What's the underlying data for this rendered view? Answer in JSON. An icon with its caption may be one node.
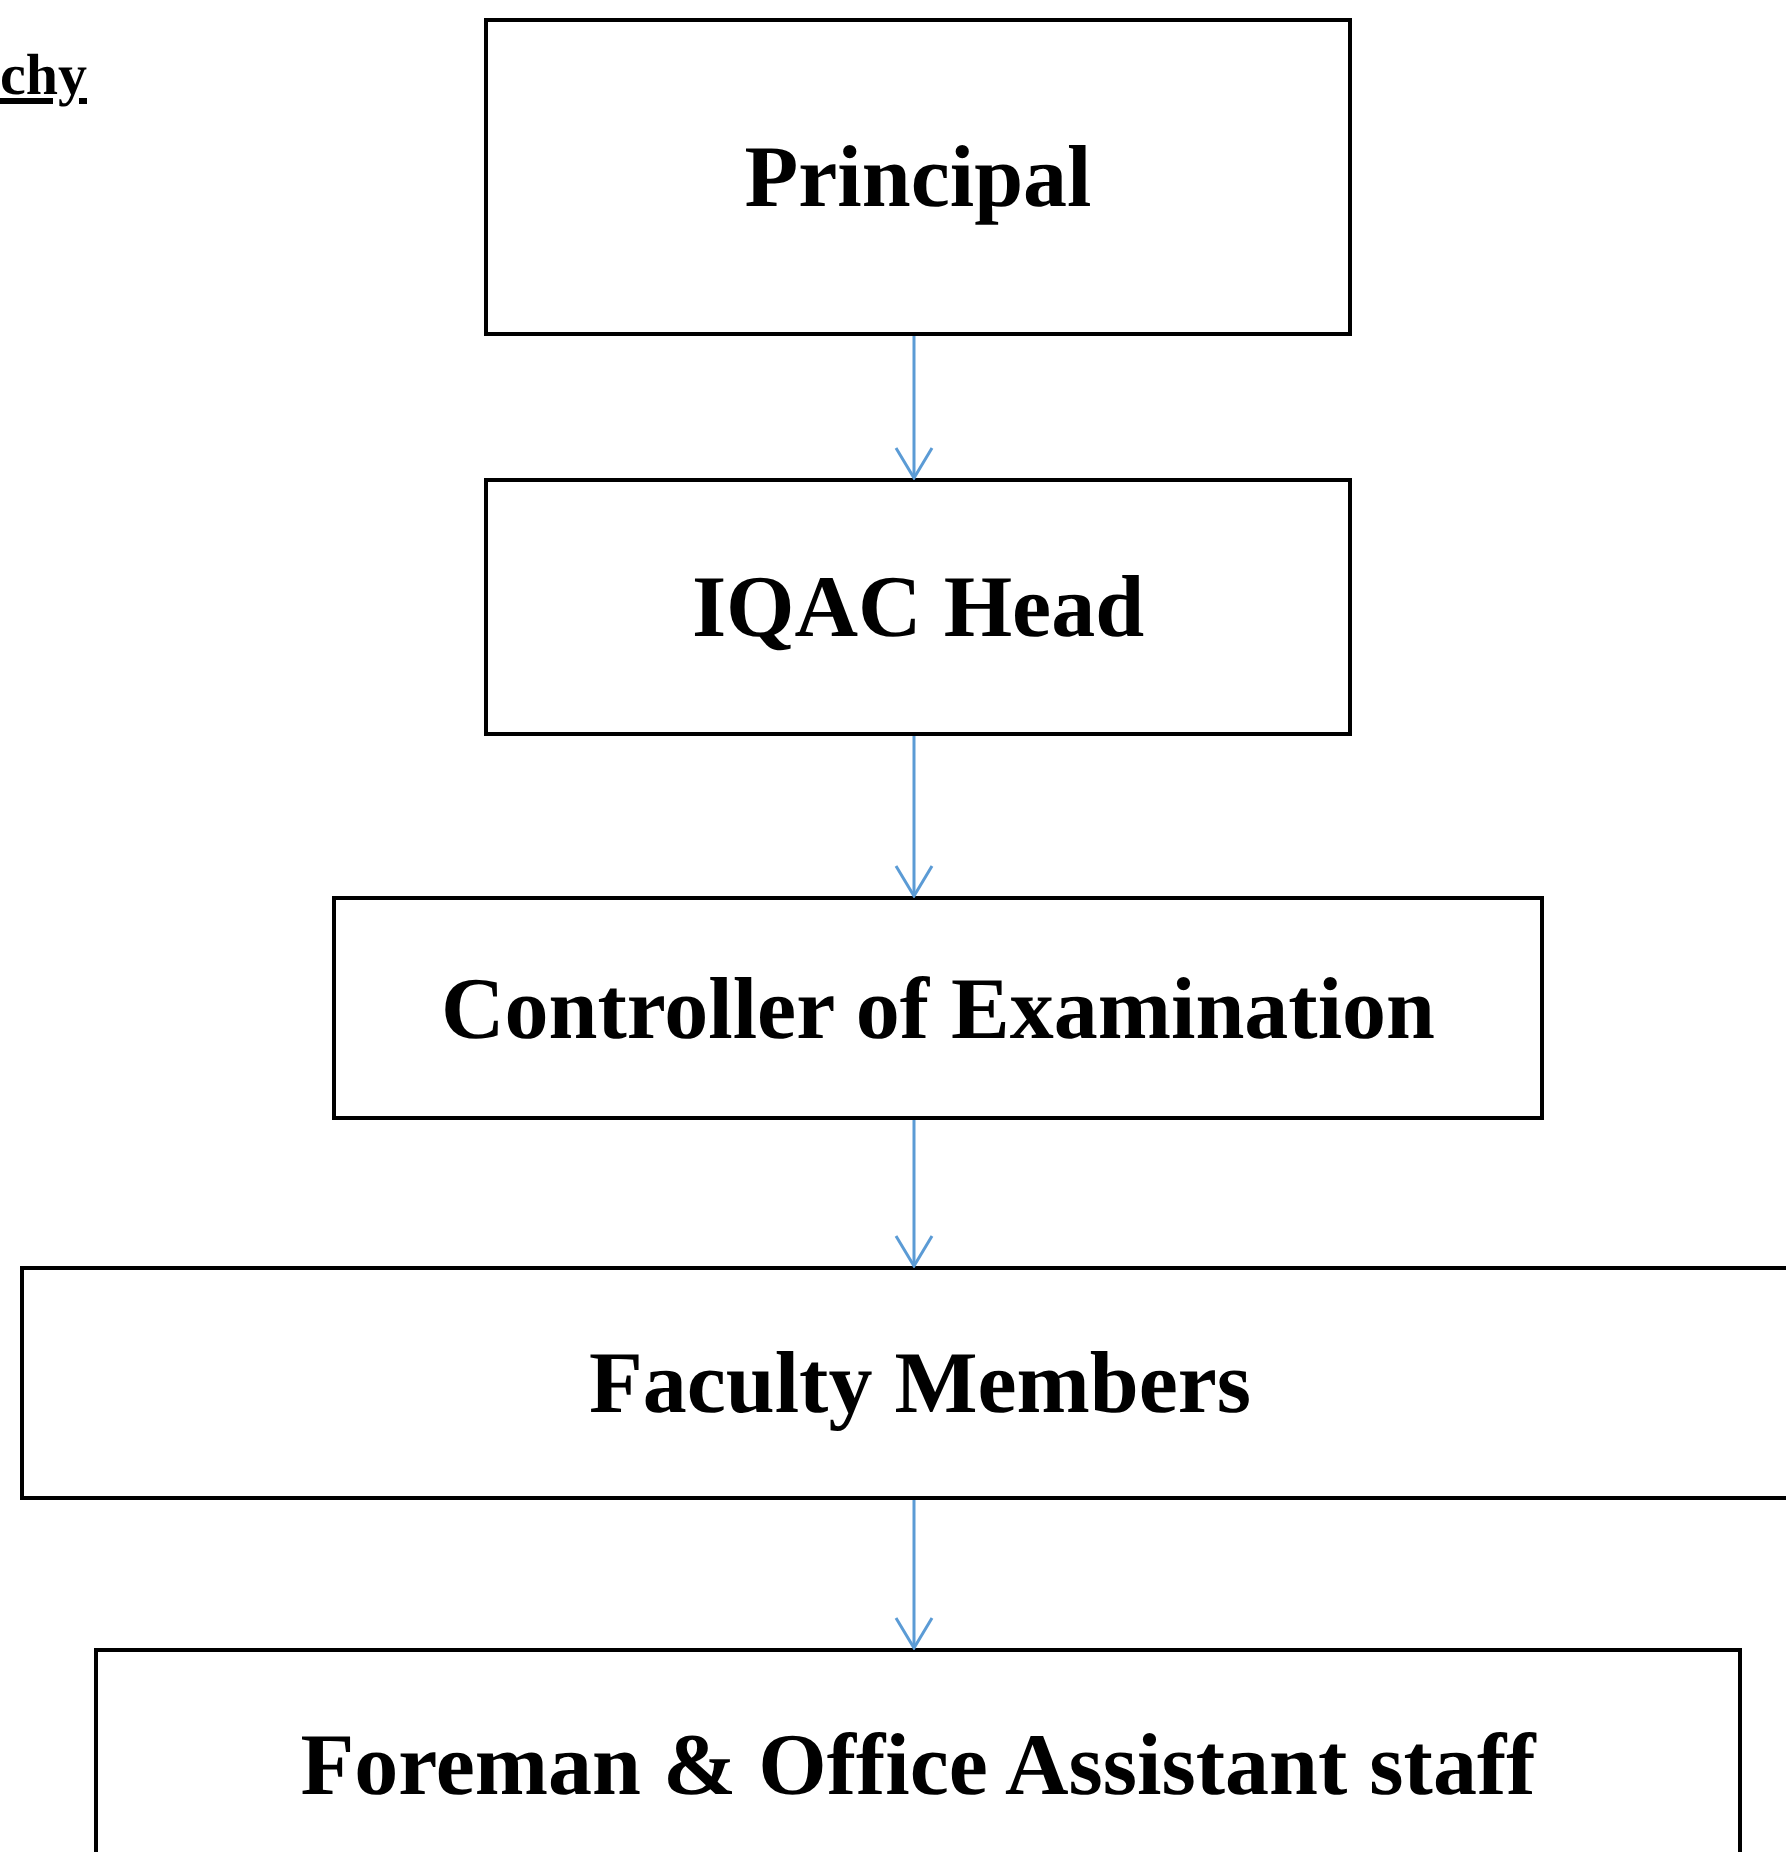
{
  "diagram": {
    "nodes": [
      {
        "text": [
          "Principal"
        ]
      },
      {
        "text": [
          "IQAC Head"
        ]
      },
      {
        "text": [
          "Controller of Examination"
        ]
      },
      {
        "text": [
          "Faculty Members"
        ]
      },
      {
        "text": [
          "Foreman & Office Assistant staff"
        ]
      }
    ],
    "edges": [
      {
        "from": 0,
        "to": 1,
        "arrow": "to"
      },
      {
        "from": 1,
        "to": 2,
        "arrow": "to"
      },
      {
        "from": 2,
        "to": 3,
        "arrow": "to"
      },
      {
        "from": 3,
        "to": 4,
        "arrow": "to"
      }
    ],
    "labels": [
      "chy"
    ]
  }
}
